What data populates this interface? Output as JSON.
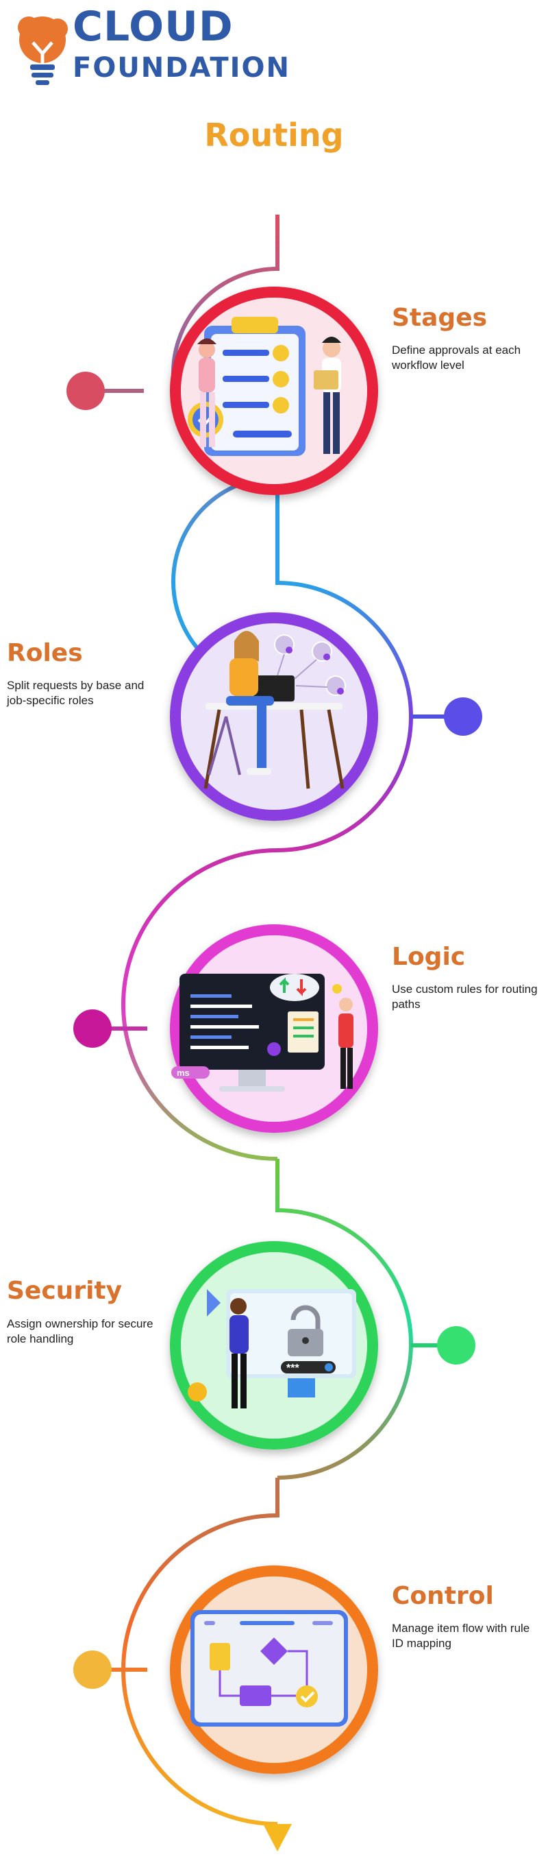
{
  "brand": {
    "line1": "CLOUD",
    "line2": "FOUNDATION",
    "text_color": "#2f5aa8",
    "icon_color": "#e8762e"
  },
  "title": "Routing",
  "title_color": "#f0a12a",
  "steps": [
    {
      "title": "Stages",
      "description": "Define approvals at each workflow level",
      "side": "right",
      "color": "#e8243c",
      "title_color": "#d9722c"
    },
    {
      "title": "Roles",
      "description": "Split requests by base and job-specific roles",
      "side": "left",
      "color": "#8a3de0",
      "title_color": "#d9722c"
    },
    {
      "title": "Logic",
      "description": "Use custom rules for routing paths",
      "side": "right",
      "color": "#e23ad2",
      "title_color": "#d9722c"
    },
    {
      "title": "Security",
      "description": "Assign ownership for secure role handling",
      "side": "left",
      "color": "#2ed35a",
      "title_color": "#d9722c"
    },
    {
      "title": "Control",
      "description": "Manage item flow with rule ID mapping",
      "side": "right",
      "color": "#f27a1a",
      "title_color": "#d9722c"
    }
  ],
  "illustrations": {
    "monitor_label": "ms",
    "password_mask": "***"
  }
}
